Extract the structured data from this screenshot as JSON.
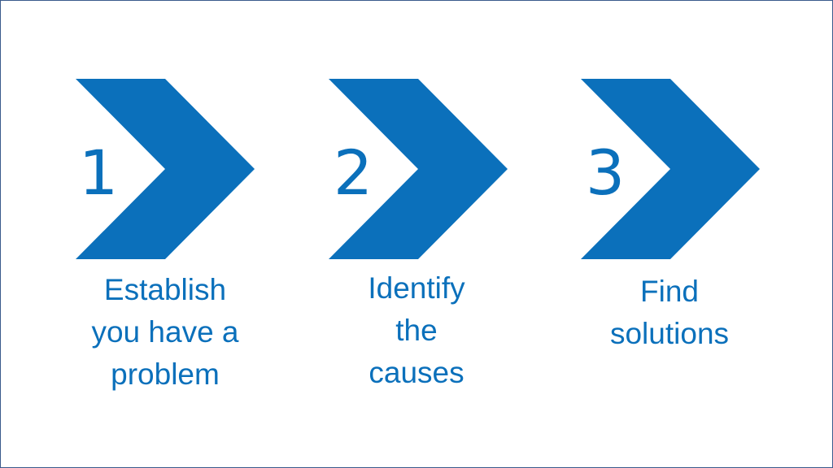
{
  "accent_color": "#0b70bb",
  "background_color": "#ffffff",
  "steps": [
    {
      "number": "1",
      "caption_lines": [
        "Establish",
        "you have a",
        "problem"
      ]
    },
    {
      "number": "2",
      "caption_lines": [
        "Identify",
        "the",
        "causes"
      ]
    },
    {
      "number": "3",
      "caption_lines": [
        "Find",
        "solutions"
      ]
    }
  ]
}
